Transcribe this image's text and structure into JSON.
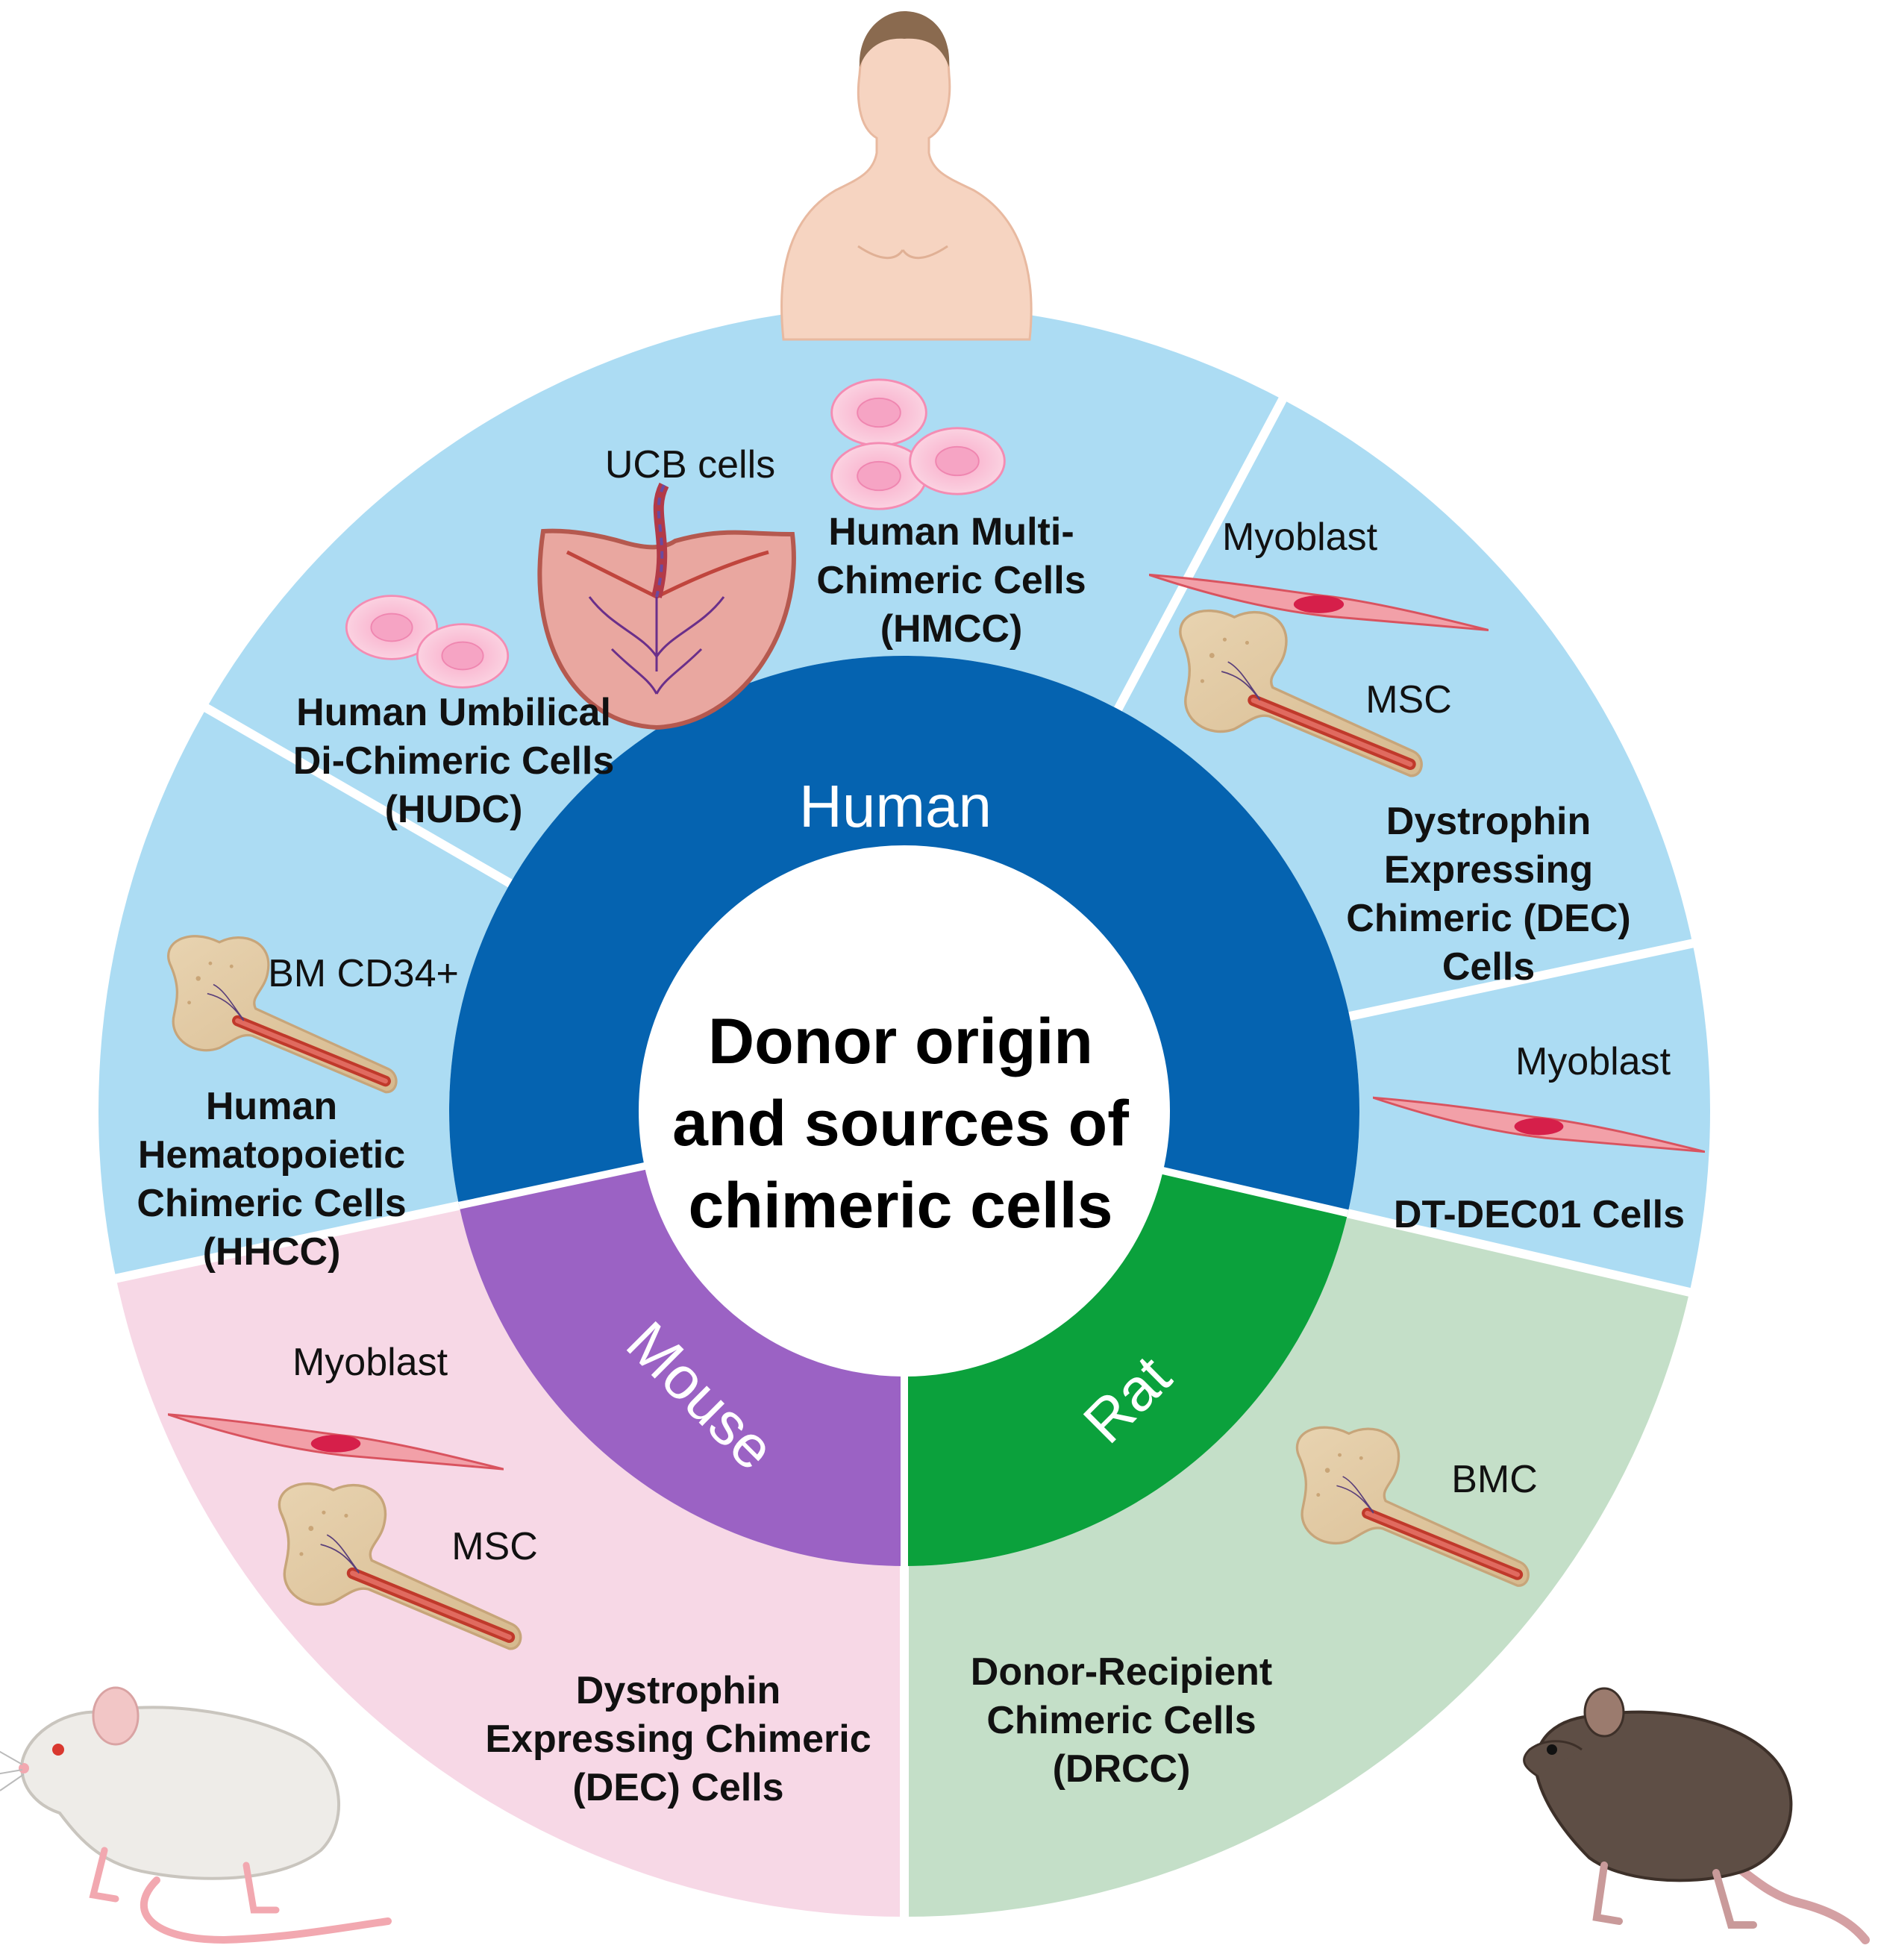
{
  "center": {
    "line1": "Donor origin",
    "line2": "and sources of",
    "line3": "chimeric cells"
  },
  "ring": {
    "human": "Human",
    "mouse": "Mouse",
    "rat": "Rat"
  },
  "colors": {
    "human_ring": "#0563b0",
    "mouse_ring": "#9b62c4",
    "rat_ring": "#0ba13c",
    "human_sector": "#acdcf3",
    "mouse_sector": "#f7d8e6",
    "rat_sector": "#c4dfc8"
  },
  "sectors": {
    "hmcc": {
      "source": "UCB cells",
      "name1": "Human Multi-",
      "name2": "Chimeric Cells",
      "name3": "(HMCC)"
    },
    "hudc": {
      "name1": "Human Umbilical",
      "name2": "Di-Chimeric Cells",
      "name3": "(HUDC)"
    },
    "dec_human": {
      "source1": "Myoblast",
      "source2": "MSC",
      "name1": "Dystrophin",
      "name2": "Expressing",
      "name3": "Chimeric (DEC)",
      "name4": "Cells"
    },
    "hhcc": {
      "source": "BM CD34+",
      "name1": "Human",
      "name2": "Hematopoietic",
      "name3": "Chimeric Cells",
      "name4": "(HHCC)"
    },
    "dtdec": {
      "source": "Myoblast",
      "name": "DT-DEC01 Cells"
    },
    "dec_mouse": {
      "source1": "Myoblast",
      "source2": "MSC",
      "name1": "Dystrophin",
      "name2": "Expressing Chimeric",
      "name3": "(DEC) Cells"
    },
    "drcc": {
      "source": "BMC",
      "name1": "Donor-Recipient",
      "name2": "Chimeric Cells",
      "name3": "(DRCC)"
    }
  },
  "icons": [
    "human-figure-icon",
    "placenta-icon",
    "cell-icon",
    "myoblast-icon",
    "bone-icon",
    "mouse-icon",
    "rat-icon"
  ]
}
